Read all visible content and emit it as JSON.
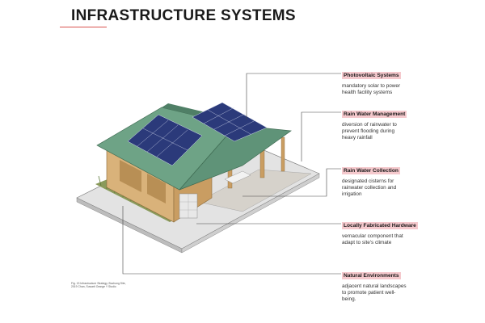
{
  "title": "INFRASTRUCTURE SYSTEMS",
  "caption": "Fig. 13 Infrastructure Strategy, Buchong Site, 2019 Chan, Suwarti Orange Y Studio",
  "colors": {
    "accent": "#d9534f",
    "label_highlight": "#f5c9cd",
    "roof": "#6ea386",
    "solar": "#2b3a7a"
  },
  "callouts": [
    {
      "heading": "Photovoltaic Systems",
      "description": "mandatory solar to power\nhealth facility systems"
    },
    {
      "heading": "Rain Water Management",
      "description": "diversion of rainwater to\nprevent flooding during\nheavy rainfall"
    },
    {
      "heading": "Rain Water Collection",
      "description": "designated cisterns for\nrainwater collection and\nirrigation"
    },
    {
      "heading": "Locally Fabricated Hardware",
      "description": "vernacular component that\nadapt to site's climate"
    },
    {
      "heading": "Natural Environments",
      "description": "adjacent natural landscapes\nto promote patient well-\nbeing."
    }
  ]
}
